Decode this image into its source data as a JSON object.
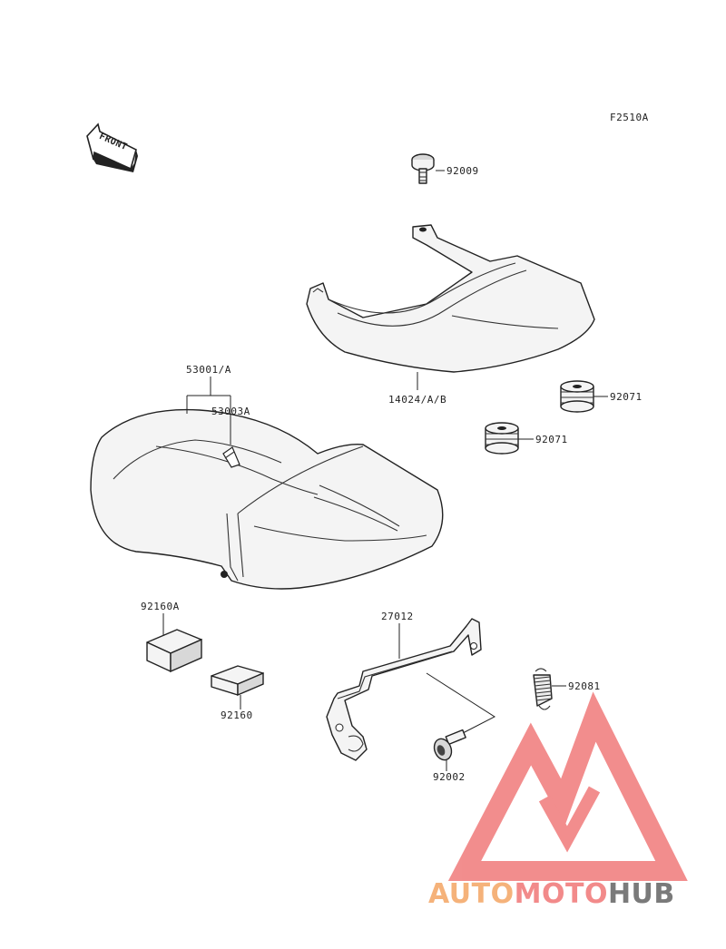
{
  "diagram_code": "F2510A",
  "front_arrow": {
    "text": "FRONT",
    "icon": "front-arrow-icon"
  },
  "parts": {
    "bolt_top": "92009",
    "cover": "14024/A/B",
    "damper_upper": "92071",
    "damper_lower": "92071",
    "seat": "53001/A",
    "seat_hook": "53003A",
    "pad_a": "92160A",
    "pad": "92160",
    "bracket": "27012",
    "bolt_lower": "92002",
    "spring": "92081"
  },
  "watermark": {
    "icon": "automotohub-triangle-logo",
    "word_auto": "AUTO",
    "word_moto": "MOTO",
    "word_hub": "HUB",
    "colors": {
      "auto": "#f5b27a",
      "moto": "#f28a8a",
      "hub": "#7a7a7a",
      "logo": "#f07a7a"
    }
  }
}
